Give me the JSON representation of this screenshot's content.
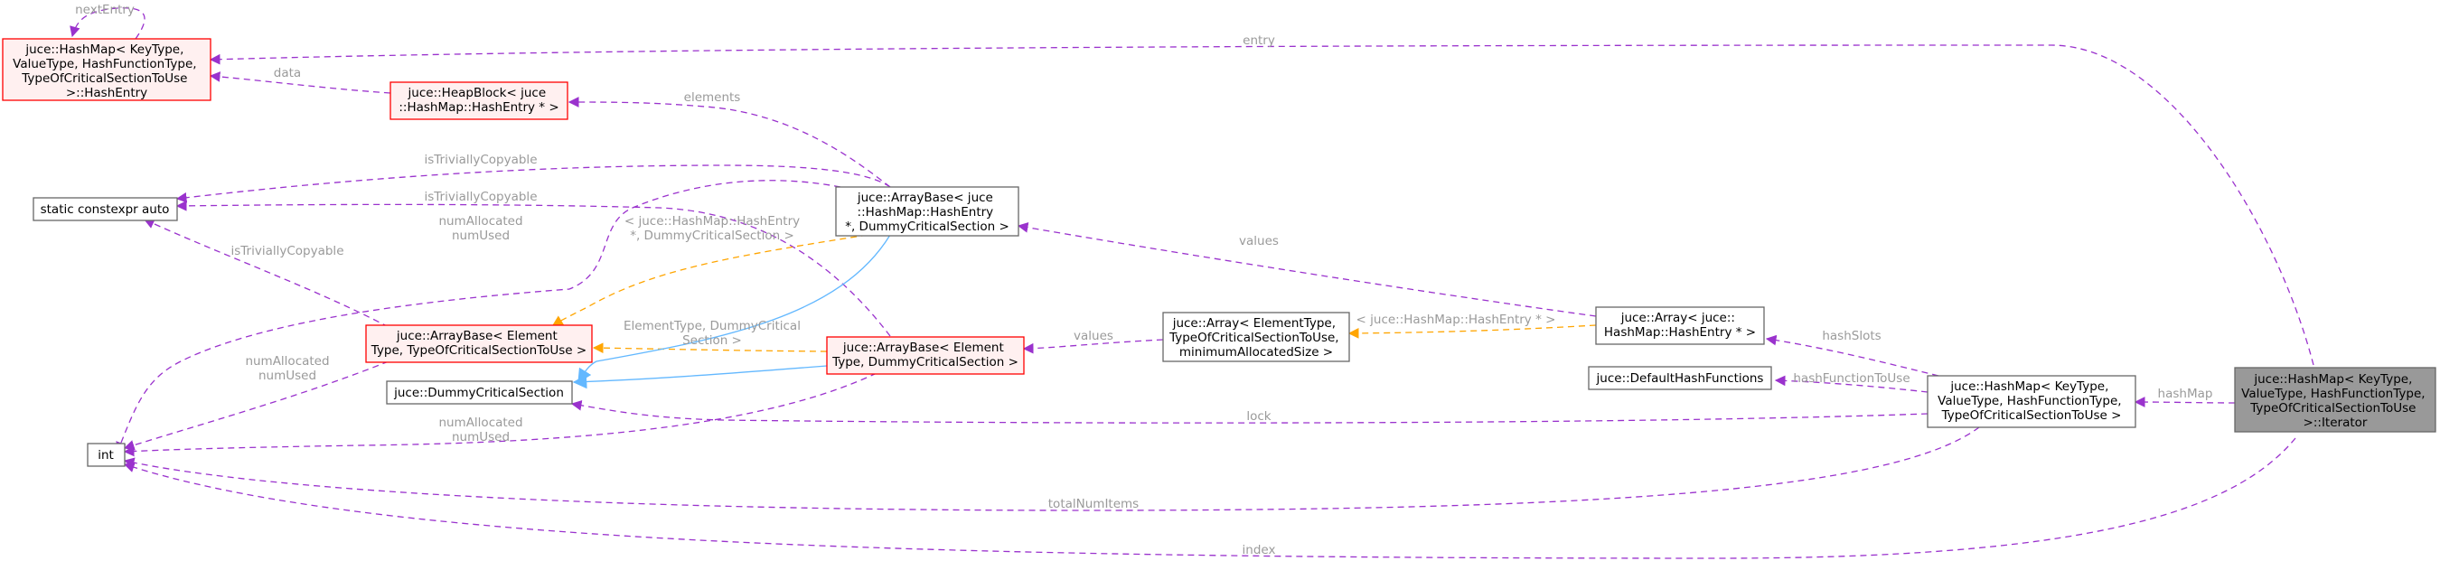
{
  "nodes": {
    "hashentry": [
      "juce::HashMap< KeyType,",
      "ValueType, HashFunctionType,",
      "TypeOfCriticalSectionToUse",
      ">::HashEntry"
    ],
    "heapblock": [
      "juce::HeapBlock< juce",
      "::HashMap::HashEntry * >"
    ],
    "constexpr": [
      "static constexpr auto"
    ],
    "arraybase_entry": [
      "juce::ArrayBase< juce",
      "::HashMap::HashEntry",
      "*, DummyCriticalSection >"
    ],
    "arraybase_generic": [
      "juce::ArrayBase< Element",
      "Type, TypeOfCriticalSectionToUse >"
    ],
    "arraybase_dummy": [
      "juce::ArrayBase< Element",
      "Type, DummyCriticalSection >"
    ],
    "dummycs": [
      "juce::DummyCriticalSection"
    ],
    "int": [
      "int"
    ],
    "array_generic": [
      "juce::Array< ElementType,",
      "TypeOfCriticalSectionToUse,",
      "minimumAllocatedSize >"
    ],
    "array_entry": [
      "juce::Array< juce::",
      "HashMap::HashEntry * >"
    ],
    "defaulthash": [
      "juce::DefaultHashFunctions"
    ],
    "hashmap": [
      "juce::HashMap< KeyType,",
      "ValueType, HashFunctionType,",
      "TypeOfCriticalSectionToUse >"
    ],
    "iterator": [
      "juce::HashMap< KeyType,",
      "ValueType, HashFunctionType,",
      "TypeOfCriticalSectionToUse",
      ">::Iterator"
    ]
  },
  "edges": {
    "nextEntry": [
      "nextEntry"
    ],
    "entry": [
      "entry"
    ],
    "data": [
      "data"
    ],
    "elements": [
      "elements"
    ],
    "isTriviallyCopyable_a": [
      "isTriviallyCopyable"
    ],
    "isTriviallyCopyable_b": [
      "isTriviallyCopyable"
    ],
    "isTriviallyCopyable_c": [
      "isTriviallyCopyable"
    ],
    "numAllocated_a": [
      "numAllocated",
      "numUsed"
    ],
    "numAllocated_b": [
      "numAllocated",
      "numUsed"
    ],
    "numAllocated_c": [
      "numAllocated",
      "numUsed"
    ],
    "tmpl_entry": [
      "< juce::HashMap::HashEntry",
      "*, DummyCriticalSection >"
    ],
    "tmpl_dummy": [
      "ElementType, DummyCritical",
      "Section >"
    ],
    "tmpl_array": [
      "< juce::HashMap::HashEntry * >"
    ],
    "values_a": [
      "values"
    ],
    "values_b": [
      "values"
    ],
    "hashSlots": [
      "hashSlots"
    ],
    "hashFunctionToUse": [
      "hashFunctionToUse"
    ],
    "lock": [
      "lock"
    ],
    "hashMap": [
      "hashMap"
    ],
    "totalNumItems": [
      "totalNumItems"
    ],
    "index": [
      "index"
    ]
  },
  "colors": {
    "usage_edge": "#9a32cd",
    "template_edge": "#ffa500",
    "inherit_edge": "#63b8ff",
    "highlight_border": "#ff0000",
    "focus_fill": "#999999"
  }
}
